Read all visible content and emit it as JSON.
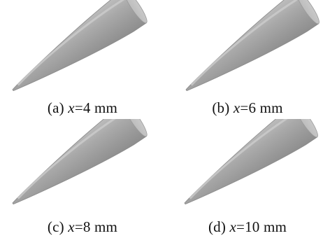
{
  "panels": [
    {
      "label": "(a)",
      "var": "x",
      "eq": "=4 mm"
    },
    {
      "label": "(b)",
      "var": "x",
      "eq": "=6 mm"
    },
    {
      "label": "(c)",
      "var": "x",
      "eq": "=8 mm"
    },
    {
      "label": "(d)",
      "var": "x",
      "eq": "=10 mm"
    }
  ]
}
